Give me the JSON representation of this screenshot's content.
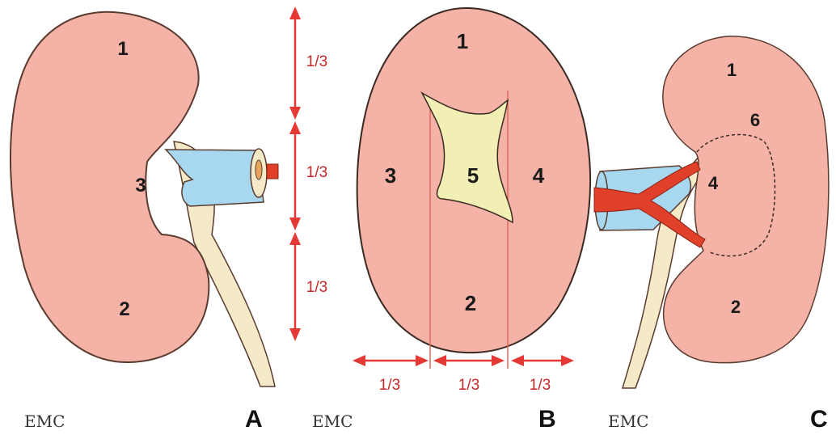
{
  "colors": {
    "kidney": "#f4b3a6",
    "outline": "#5a3b30",
    "vessel_blue": "#a8d8ef",
    "ureter": "#f4eac8",
    "artery_red": "#e0402a",
    "pelvis": "#f2efb4",
    "measure": "#e53935"
  },
  "panel_a": {
    "letter": "A",
    "credit": "EMC",
    "regions": [
      "1",
      "3",
      "2"
    ]
  },
  "panel_b": {
    "letter": "B",
    "credit": "EMC",
    "regions": [
      "1",
      "3",
      "5",
      "4",
      "2"
    ],
    "vertical_thirds": [
      "1/3",
      "1/3",
      "1/3"
    ],
    "horizontal_thirds": [
      "1/3",
      "1/3",
      "1/3"
    ]
  },
  "panel_c": {
    "letter": "C",
    "credit": "EMC",
    "regions": [
      "1",
      "6",
      "4",
      "2"
    ]
  }
}
